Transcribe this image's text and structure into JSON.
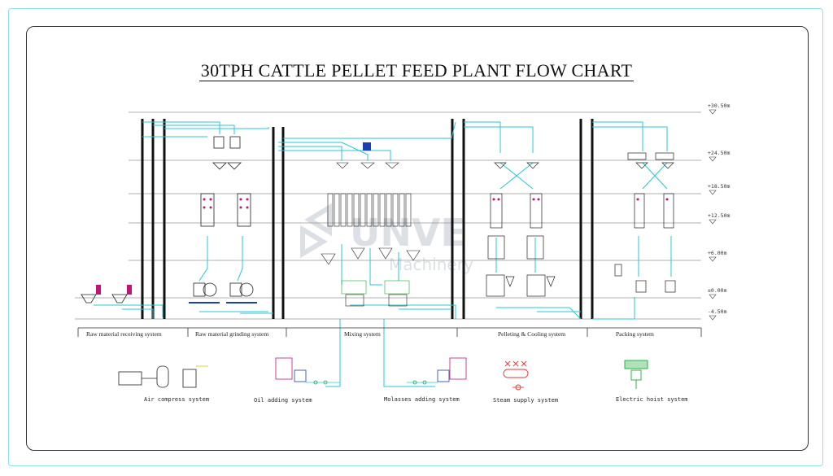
{
  "title": "30TPH CATTLE PELLET FEED PLANT FLOW CHART",
  "levels": [
    "+30.50m",
    "+24.50m",
    "+18.50m",
    "+12.50m",
    "+6.00m",
    "±0.00m",
    "-4.50m"
  ],
  "systems": [
    "Raw material receiving system",
    "Raw material grinding system",
    "Mixing system",
    "Pelleting & Cooling system",
    "Packing system"
  ],
  "aux_systems": [
    {
      "label": "Air compress system",
      "icon": "air-compressor-icon"
    },
    {
      "label": "Oil adding system",
      "icon": "oil-tank-icon"
    },
    {
      "label": "Molasses adding system",
      "icon": "molasses-tank-icon"
    },
    {
      "label": "Steam supply system",
      "icon": "steam-boiler-icon"
    },
    {
      "label": "Electric hoist system",
      "icon": "electric-hoist-icon"
    }
  ],
  "watermark": {
    "brand": "UNVE",
    "sub": "Machinery"
  },
  "colors": {
    "pipe": "#29c6d6",
    "line": "#222222",
    "accent": "#c0147a",
    "steam": "#e53935",
    "hoist": "#1fa83a",
    "frame": "#8fe3ec"
  }
}
